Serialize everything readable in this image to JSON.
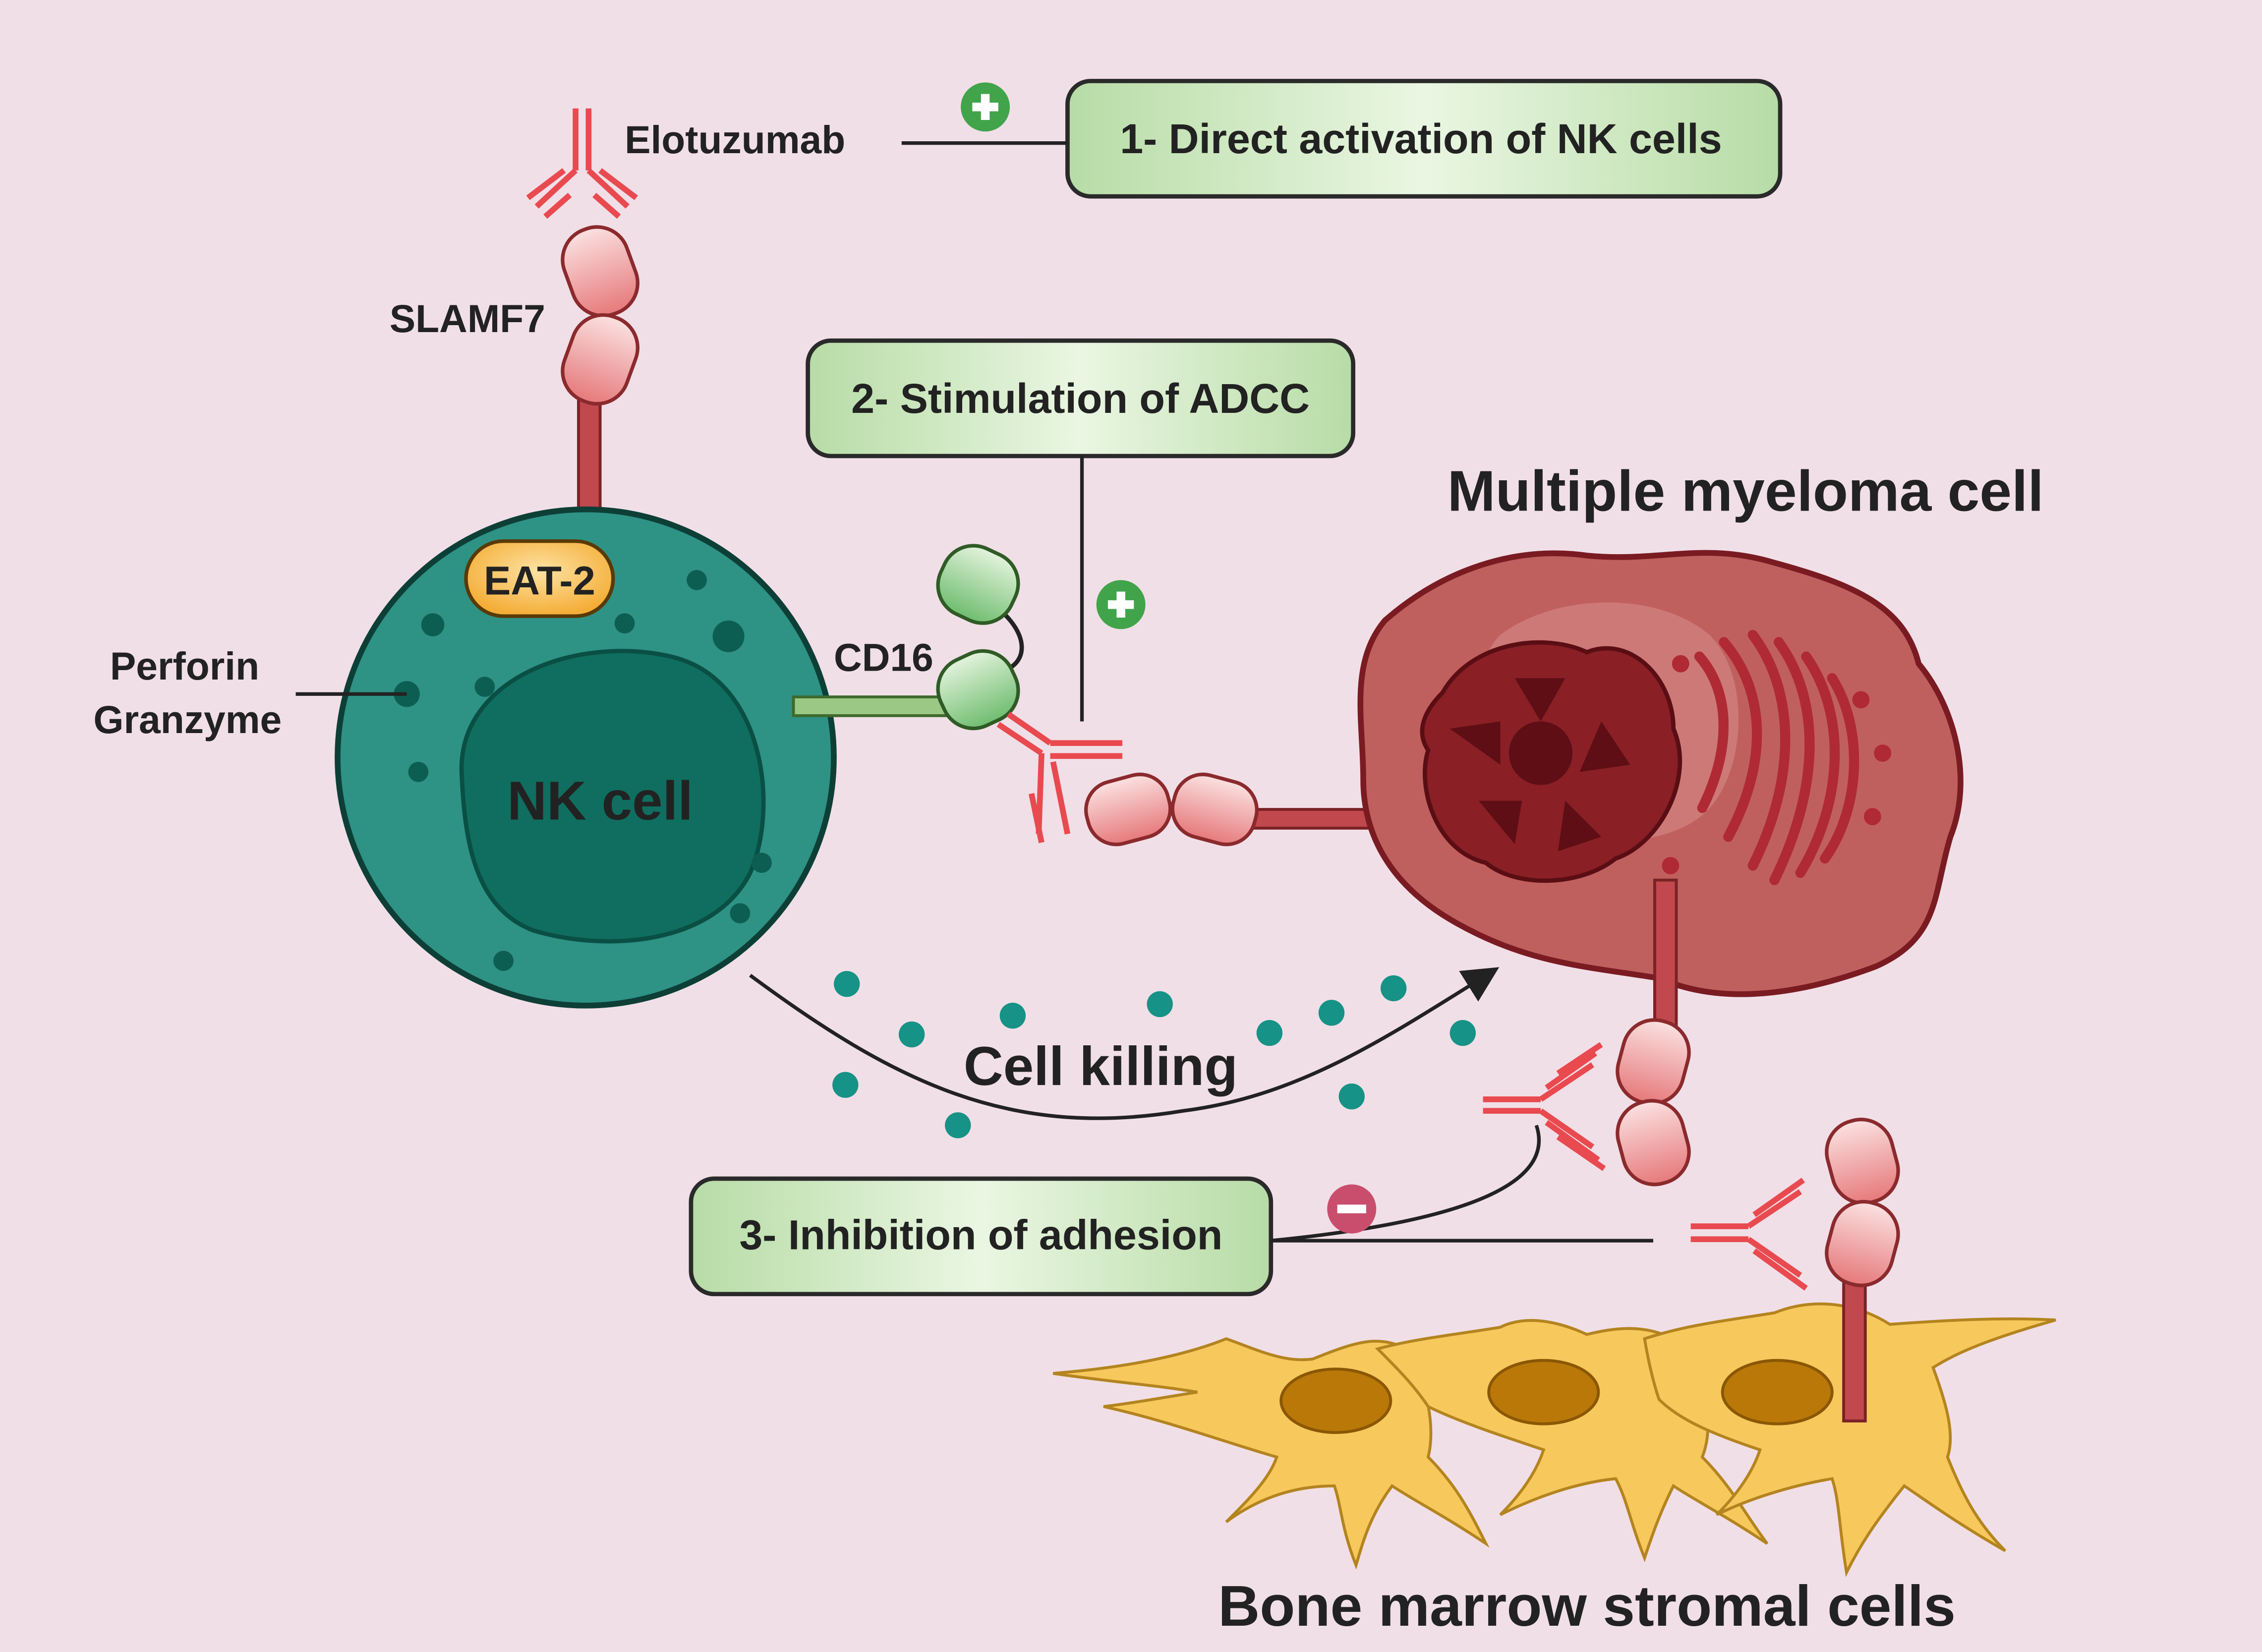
{
  "labels": {
    "elotuzumab": "Elotuzumab",
    "slamf7": "SLAMF7",
    "eat2": "EAT-2",
    "perforin": "Perforin",
    "granzyme": "Granzyme",
    "nk_cell": "NK cell",
    "cd16": "CD16",
    "myeloma_title": "Multiple myeloma cell",
    "cell_killing": "Cell killing",
    "stromal_title": "Bone marrow stromal cells"
  },
  "mechanisms": {
    "m1": "1- Direct activation of NK cells",
    "m2": "2- Stimulation of ADCC",
    "m3": "3- Inhibition of adhesion"
  },
  "signs": {
    "plus": "+",
    "minus": "−"
  },
  "colors": {
    "background": "#f1dfe7",
    "nk_cell": "#2e9285",
    "nk_nucleus": "#0f6e5f",
    "myeloma": "#c0605e",
    "antibody": "#e84a4f",
    "box_fill": "#d9efcf",
    "eat2": "#f7b94b",
    "stromal": "#f7c85c",
    "activation": "#41a44a",
    "inhibition": "#c94e6e"
  }
}
